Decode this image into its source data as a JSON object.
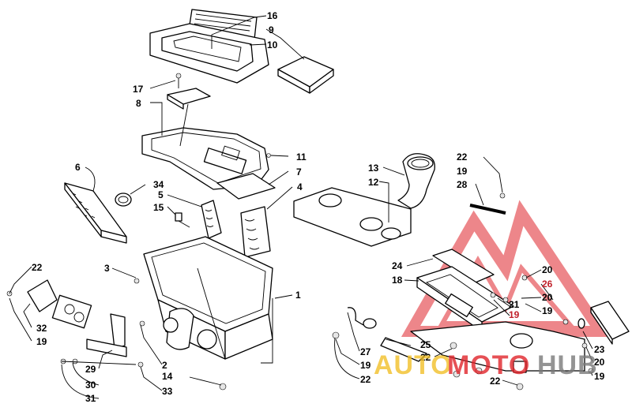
{
  "callouts": [
    {
      "id": "c16",
      "label": "16"
    },
    {
      "id": "c9",
      "label": "9"
    },
    {
      "id": "c10",
      "label": "10"
    },
    {
      "id": "c17",
      "label": "17"
    },
    {
      "id": "c8",
      "label": "8"
    },
    {
      "id": "c11",
      "label": "11"
    },
    {
      "id": "c7",
      "label": "7"
    },
    {
      "id": "c6",
      "label": "6"
    },
    {
      "id": "c34",
      "label": "34"
    },
    {
      "id": "c5",
      "label": "5"
    },
    {
      "id": "c15",
      "label": "15"
    },
    {
      "id": "c4",
      "label": "4"
    },
    {
      "id": "c13",
      "label": "13"
    },
    {
      "id": "c12",
      "label": "12"
    },
    {
      "id": "c22a",
      "label": "22"
    },
    {
      "id": "c19a",
      "label": "19"
    },
    {
      "id": "c28",
      "label": "28"
    },
    {
      "id": "c3",
      "label": "3"
    },
    {
      "id": "c1",
      "label": "1"
    },
    {
      "id": "c22b",
      "label": "22"
    },
    {
      "id": "c32",
      "label": "32"
    },
    {
      "id": "c19b",
      "label": "19"
    },
    {
      "id": "c24",
      "label": "24"
    },
    {
      "id": "c18",
      "label": "18"
    },
    {
      "id": "c20a",
      "label": "20"
    },
    {
      "id": "c26",
      "label": "26"
    },
    {
      "id": "c20b",
      "label": "20"
    },
    {
      "id": "c21",
      "label": "21"
    },
    {
      "id": "c19c",
      "label": "19"
    },
    {
      "id": "c19d",
      "label": "19"
    },
    {
      "id": "c2",
      "label": "2"
    },
    {
      "id": "c14",
      "label": "14"
    },
    {
      "id": "c29",
      "label": "29"
    },
    {
      "id": "c30",
      "label": "30"
    },
    {
      "id": "c31",
      "label": "31"
    },
    {
      "id": "c33",
      "label": "33"
    },
    {
      "id": "c27",
      "label": "27"
    },
    {
      "id": "c19e",
      "label": "19"
    },
    {
      "id": "c22c",
      "label": "22"
    },
    {
      "id": "c25",
      "label": "25"
    },
    {
      "id": "c22d",
      "label": "22"
    },
    {
      "id": "c23",
      "label": "23"
    },
    {
      "id": "c20c",
      "label": "20"
    },
    {
      "id": "c19f",
      "label": "19"
    },
    {
      "id": "c22e",
      "label": "22"
    }
  ],
  "watermark": {
    "text_part1": "AUTO",
    "text_part2": "MOTO",
    "text_part3": "HUB",
    "colors": {
      "red": "#e0252b",
      "yellow": "#f2c029",
      "dark": "#7a7a7a"
    }
  }
}
